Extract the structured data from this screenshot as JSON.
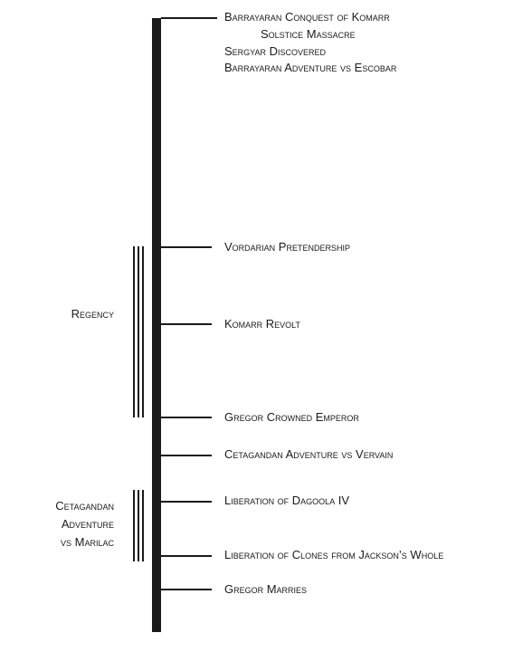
{
  "timeline": {
    "events": [
      {
        "id": "conquest",
        "label": "Barrayaran Conquest of Komarr"
      },
      {
        "id": "solstice",
        "label": "Solstice Massacre"
      },
      {
        "id": "sergyar",
        "label": "Sergyar Discovered"
      },
      {
        "id": "escobar",
        "label": "Barrayaran Adventure vs Escobar"
      },
      {
        "id": "vordarian",
        "label": "Vordarian Pretendership"
      },
      {
        "id": "komarr-revolt",
        "label": "Komarr Revolt"
      },
      {
        "id": "gregor-crowned",
        "label": "Gregor Crowned Emperor"
      },
      {
        "id": "vervain",
        "label": "Cetagandan Adventure vs Vervain"
      },
      {
        "id": "dagoola",
        "label": "Liberation of Dagoola IV"
      },
      {
        "id": "clones",
        "label": "Liberation of Clones from Jackson’s Whole"
      },
      {
        "id": "gregor-marries",
        "label": "Gregor Marries"
      }
    ],
    "eras": [
      {
        "id": "regency",
        "lines": [
          "Regency"
        ]
      },
      {
        "id": "marilac",
        "lines": [
          "Cetagandan",
          "Adventure",
          "vs Marilac"
        ]
      }
    ]
  }
}
